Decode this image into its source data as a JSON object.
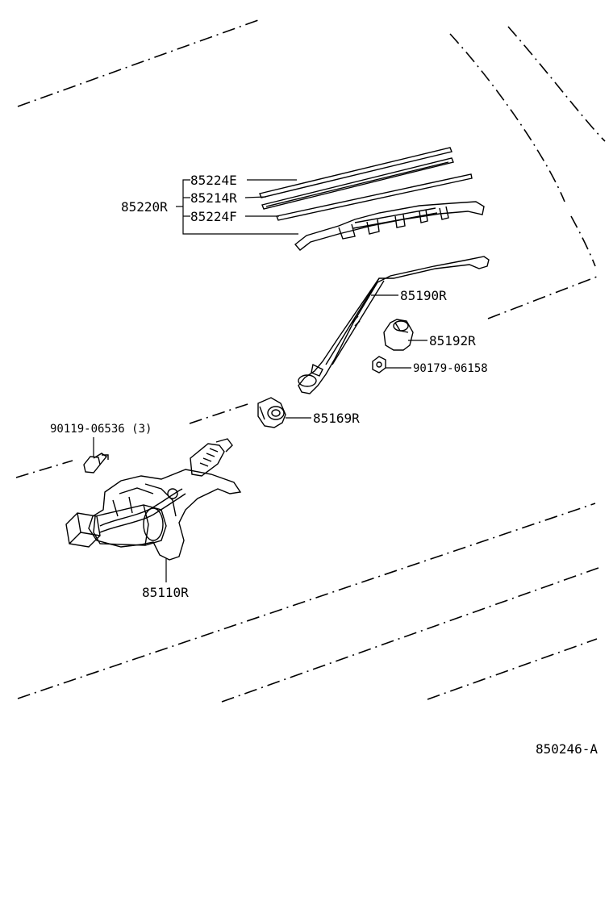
{
  "labels": {
    "p85224E": "85224E",
    "p85214R": "85214R",
    "p85220R": "85220R",
    "p85224F": "85224F",
    "p85190R": "85190R",
    "p85192R": "85192R",
    "p90179": "90179-06158",
    "p85169R": "85169R",
    "p90119": "90119-06536 (3)",
    "p85110R": "85110R",
    "diagram_code": "850246-A"
  },
  "colors": {
    "line": "#000000",
    "background": "#ffffff"
  }
}
